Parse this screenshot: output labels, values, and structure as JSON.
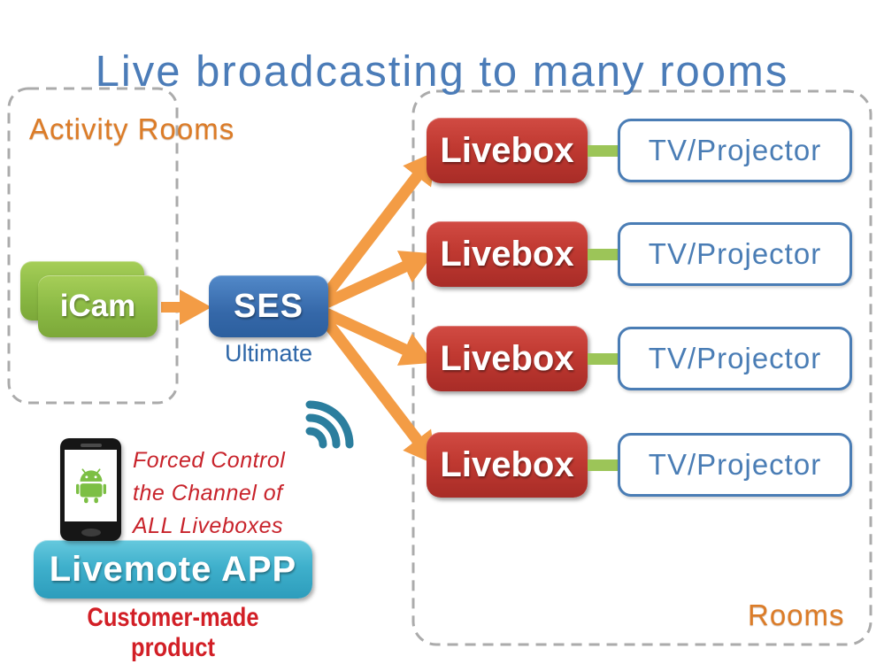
{
  "title": "Live broadcasting to many rooms",
  "activity_rooms": {
    "label": "Activity Rooms",
    "icam_label": "iCam"
  },
  "ses": {
    "label": "SES",
    "sublabel": "Ultimate"
  },
  "rooms": {
    "label": "Rooms",
    "rows": [
      {
        "livebox": "Livebox",
        "display": "TV/Projector"
      },
      {
        "livebox": "Livebox",
        "display": "TV/Projector"
      },
      {
        "livebox": "Livebox",
        "display": "TV/Projector"
      },
      {
        "livebox": "Livebox",
        "display": "TV/Projector"
      }
    ]
  },
  "livemote": {
    "note_lines": [
      "Forced Control",
      "the Channel of",
      "ALL Liveboxes"
    ],
    "app_label": "Livemote APP",
    "caption": "Customer-made product"
  },
  "icons": {
    "wifi": "wifi-icon",
    "android_robot": "android-robot-icon",
    "flow_arrows": "orange-flow-arrow"
  },
  "colors": {
    "title_blue": "#4B7CB8",
    "accent_orange_text": "#DC7C28",
    "arrow_orange": "#F39C45",
    "livebox_red": "#BE3A33",
    "connector_green": "#9CC558",
    "icam_green": "#8FBC48",
    "ses_blue": "#3568A9",
    "tv_border_blue": "#4A7DB5",
    "livemote_cyan": "#3FB0CC",
    "note_red": "#C8232B",
    "wifi_teal": "#2B7E9E",
    "dash_gray": "#ABABAB"
  }
}
